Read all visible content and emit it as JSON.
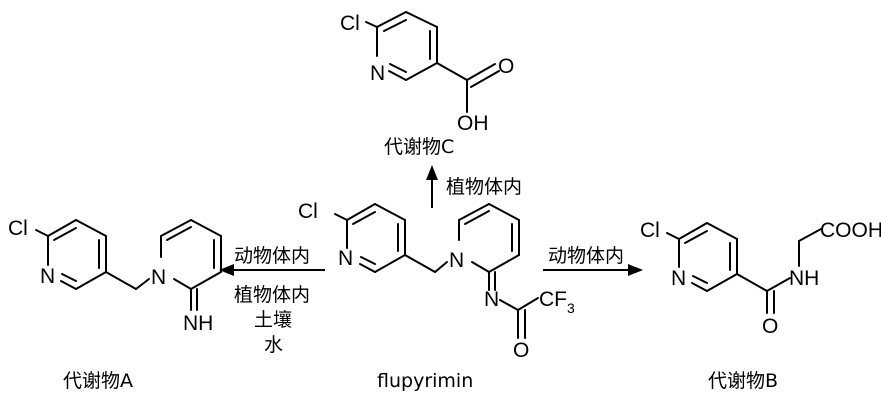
{
  "molecules": {
    "flupyrimin": {
      "name": "flupyrimin",
      "atoms": {
        "cl": "Cl",
        "n_pyridine": "N",
        "n_ring": "N",
        "n_imine": "N",
        "o": "O",
        "cf3": "CF",
        "cf3_sub": "3"
      }
    },
    "metabolite_a": {
      "name": "代谢物A",
      "atoms": {
        "cl": "Cl",
        "n_pyridine": "N",
        "n_ring": "N",
        "nh": "NH"
      }
    },
    "metabolite_b": {
      "name": "代谢物B",
      "atoms": {
        "cl": "Cl",
        "n_pyridine": "N",
        "o": "O",
        "nh": "NH",
        "cooh": "COOH"
      }
    },
    "metabolite_c": {
      "name": "代谢物C",
      "atoms": {
        "cl": "Cl",
        "n_pyridine": "N",
        "o": "O",
        "oh": "OH"
      }
    }
  },
  "arrows": {
    "to_a": {
      "conditions": [
        "动物体内",
        "植物体内",
        "土壤",
        "水"
      ]
    },
    "to_b": {
      "conditions": [
        "动物体内"
      ]
    },
    "to_c": {
      "conditions": [
        "植物体内"
      ]
    }
  }
}
